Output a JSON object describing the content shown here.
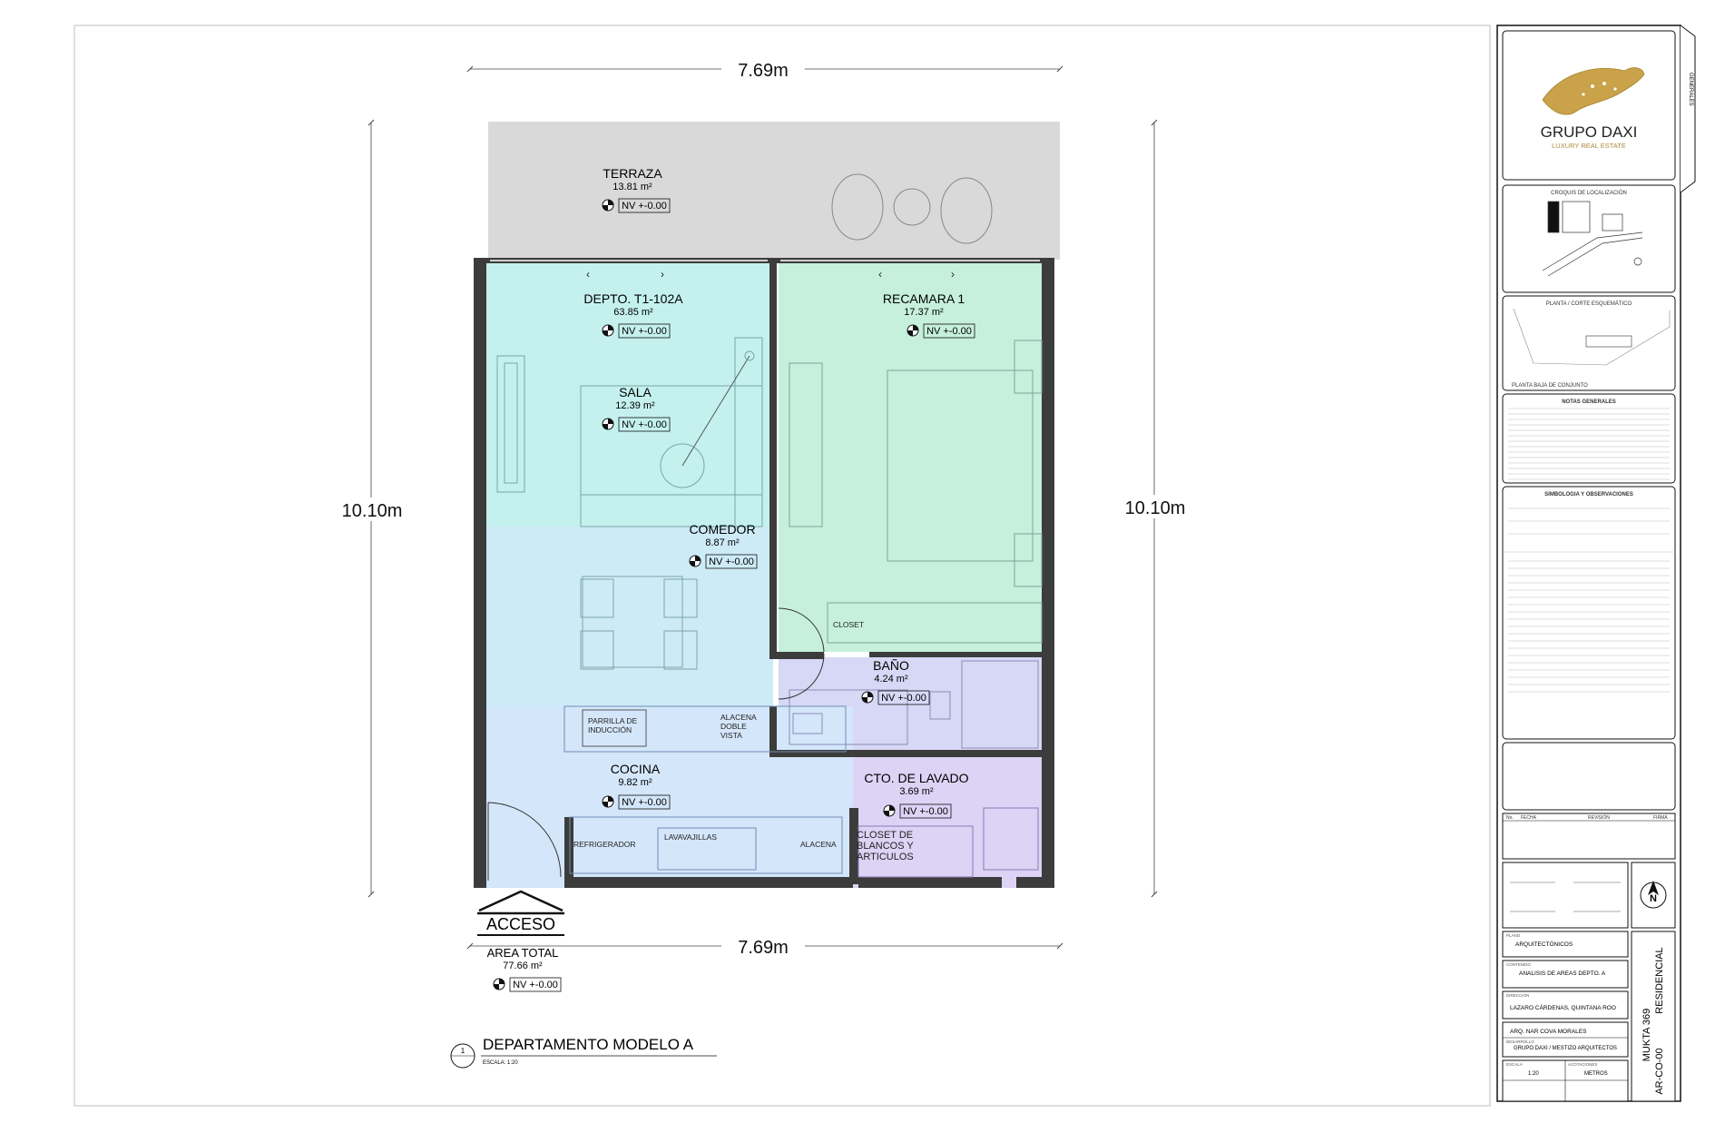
{
  "dimensions": {
    "top_width": "7.69m",
    "bottom_width": "7.69m",
    "left_height": "10.10m",
    "right_height": "10.10m"
  },
  "rooms": {
    "terraza": {
      "name": "TERRAZA",
      "area": "13.81 m²",
      "level": "NV +-0.00"
    },
    "depto": {
      "name": "DEPTO. T1-102A",
      "area": "63.85 m²",
      "level": "NV +-0.00"
    },
    "recamara": {
      "name": "RECAMARA 1",
      "area": "17.37 m²",
      "level": "NV +-0.00"
    },
    "sala": {
      "name": "SALA",
      "area": "12.39 m²",
      "level": "NV +-0.00"
    },
    "comedor": {
      "name": "COMEDOR",
      "area": "8.87 m²",
      "level": "NV +-0.00"
    },
    "bano": {
      "name": "BAÑO",
      "area": "4.24 m²",
      "level": "NV +-0.00"
    },
    "cocina": {
      "name": "COCINA",
      "area": "9.82 m²",
      "level": "NV +-0.00"
    },
    "lavado": {
      "name": "CTO. DE LAVADO",
      "area": "3.69 m²",
      "level": "NV +-0.00"
    }
  },
  "fixtures": {
    "closet": "CLOSET",
    "parrilla_1": "PARRILLA DE",
    "parrilla_2": "INDUCCIÓN",
    "alacena_doble_1": "ALACENA",
    "alacena_doble_2": "DOBLE",
    "alacena_doble_3": "VISTA",
    "refrigerador": "REFRIGERADOR",
    "lavavajillas": "LAVAVAJILLAS",
    "alacena": "ALACENA",
    "closet_blancos_1": "CLOSET DE",
    "closet_blancos_2": "BLANCOS Y",
    "closet_blancos_3": "ARTICULOS"
  },
  "access": {
    "label": "ACCESO"
  },
  "area_total": {
    "label": "AREA TOTAL",
    "area": "77.66 m²",
    "level": "NV +-0.00"
  },
  "drawing_title": {
    "number": "1",
    "title": "DEPARTAMENTO MODELO A",
    "scale": "ESCALA: 1:20"
  },
  "title_block": {
    "brand": "GRUPO DAXI",
    "brand_sub": "LUXURY REAL ESTATE",
    "side_tab": "GENERALES",
    "croquis_title": "CROQUIS DE LOCALIZACIÓN",
    "planta_title": "PLANTA / CORTE ESQUEMÁTICO",
    "planta_caption": "PLANTA BAJA DE CONJUNTO",
    "notas_title": "NOTAS GENERALES",
    "simbologia_title": "SIMBOLOGIA Y OBSERVACIONES",
    "rev_headers": [
      "No.",
      "FECHA",
      "REVISIÓN",
      "FIRMA"
    ],
    "plano_label": "PLANO",
    "plano_value": "ARQUITECTÓNICOS",
    "contenido_label": "CONTENIDO",
    "contenido_value": "ANALISIS DE AREAS DEPTO. A",
    "direccion_label": "DIRECCIÓN",
    "direccion_value": "LAZARO CÁRDENAS, QUINTANA ROO",
    "arq_value": "ARQ. NAR COVA MORALES",
    "desarrollo_label": "DESARROLLO",
    "desarrollo_value": "GRUPO DAXI / MESTIZO ARQUITECTOS",
    "escala_label": "ESCALA",
    "escala_value": "1:20",
    "acotaciones_label": "ACOTACIONES",
    "acotaciones_value": "METROS",
    "project_1": "MUKTA 369",
    "project_2": "RESIDENCIAL",
    "sheet_code": "AR-CO-00"
  }
}
